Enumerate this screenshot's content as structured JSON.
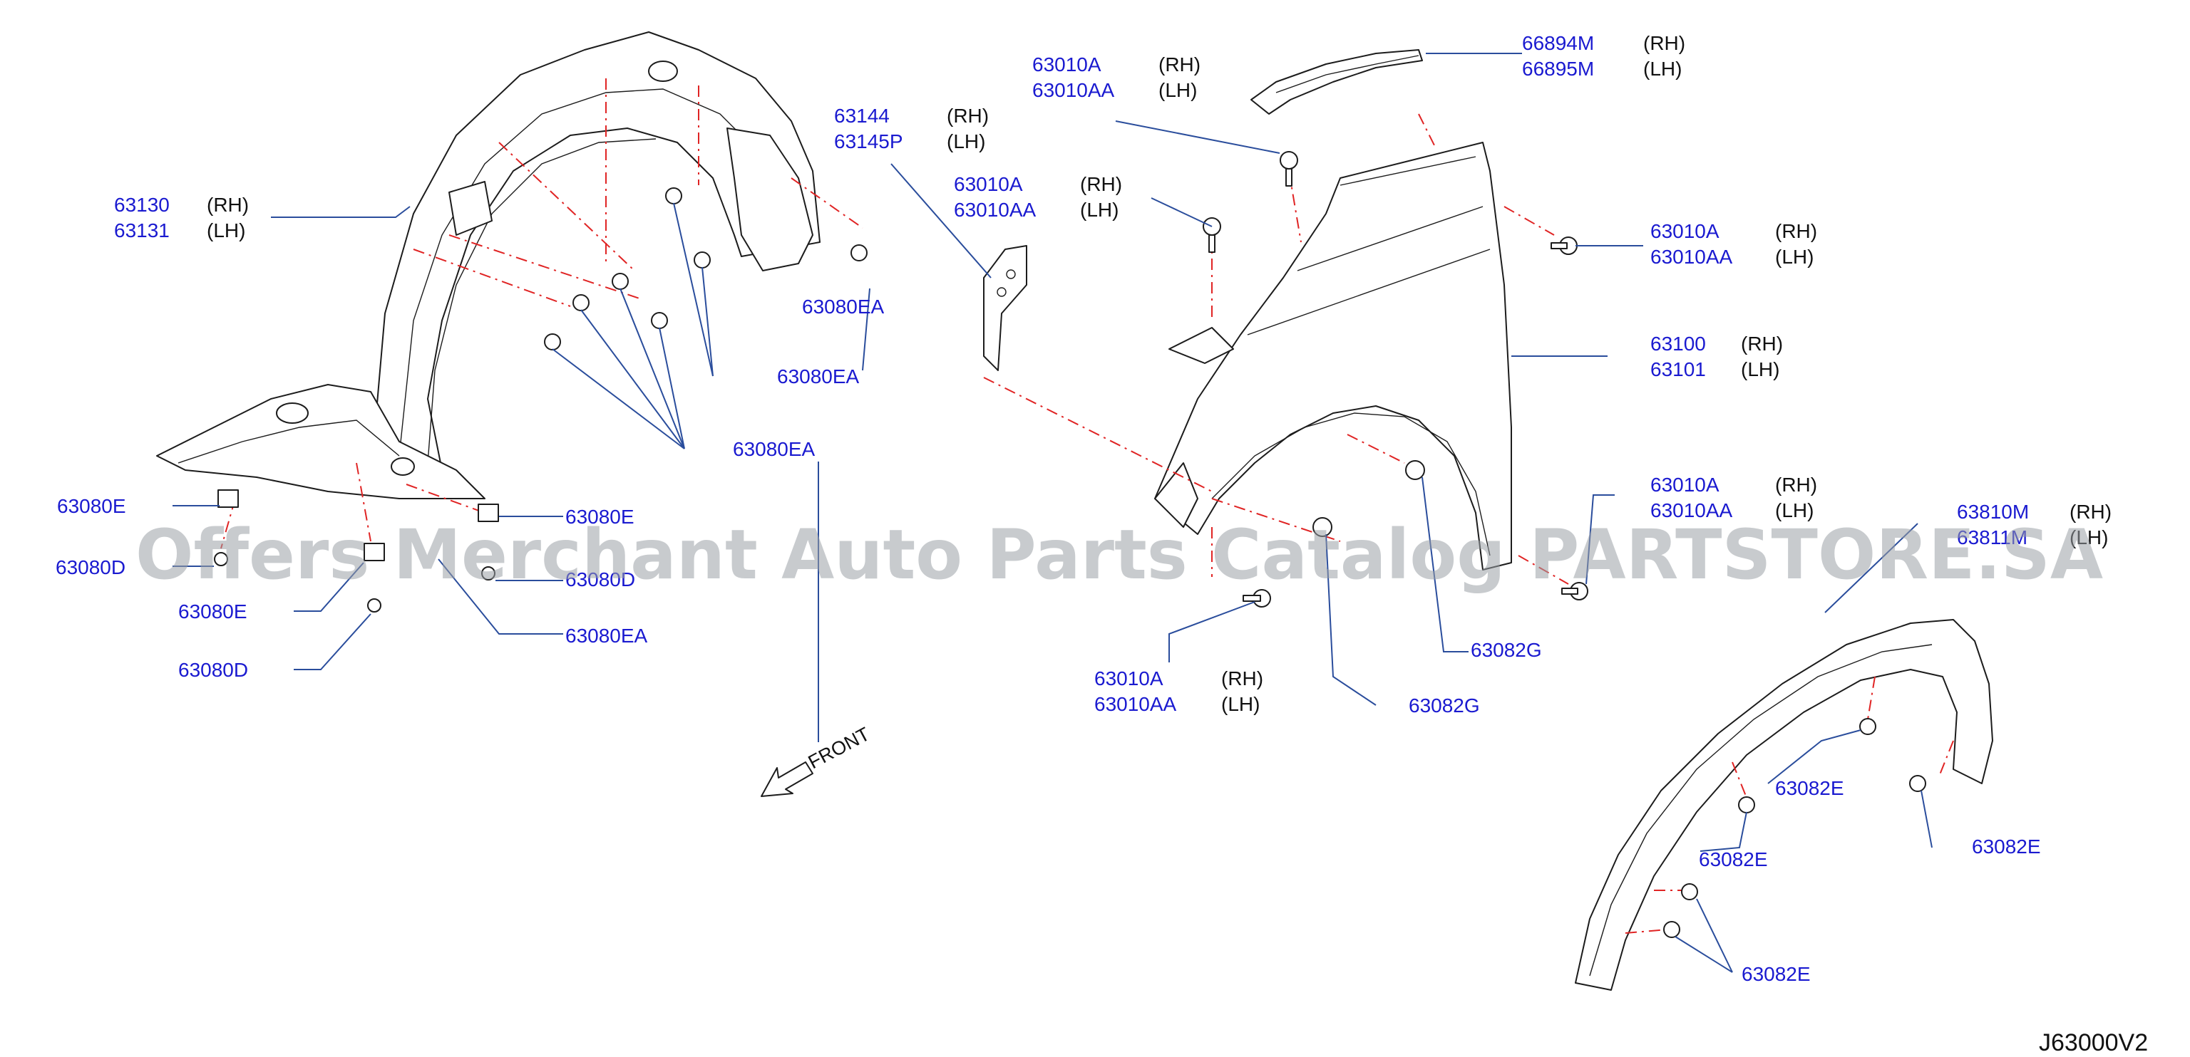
{
  "callouts": [
    {
      "id": "c1",
      "part": "66894M",
      "side": "(RH)",
      "part2": "66895M",
      "side2": "(LH)"
    },
    {
      "id": "c2",
      "part": "63010A",
      "side": "(RH)",
      "part2": "63010AA",
      "side2": "(LH)"
    },
    {
      "id": "c3",
      "part": "63144",
      "side": "(RH)",
      "part2": "63145P",
      "side2": "(LH)"
    },
    {
      "id": "c4",
      "part": "63010A",
      "side": "(RH)",
      "part2": "63010AA",
      "side2": "(LH)"
    },
    {
      "id": "c5",
      "part": "63010A",
      "side": "(RH)",
      "part2": "63010AA",
      "side2": "(LH)"
    },
    {
      "id": "c6",
      "part": "63130",
      "side": "(RH)",
      "part2": "63131",
      "side2": "(LH)"
    },
    {
      "id": "c7",
      "part": "63100",
      "side": "(RH)",
      "part2": "63101",
      "side2": "(LH)"
    },
    {
      "id": "c8",
      "part": "63010A",
      "side": "(RH)",
      "part2": "63010AA",
      "side2": "(LH)"
    },
    {
      "id": "c9",
      "part": "63810M",
      "side": "(RH)",
      "part2": "63811M",
      "side2": "(LH)"
    },
    {
      "id": "c10",
      "part": "63010A",
      "side": "(RH)",
      "part2": "63010AA",
      "side2": "(LH)"
    }
  ],
  "singles": [
    {
      "id": "s1",
      "part": "63080EA"
    },
    {
      "id": "s2",
      "part": "63080EA"
    },
    {
      "id": "s3",
      "part": "63080EA"
    },
    {
      "id": "s4",
      "part": "63080E"
    },
    {
      "id": "s5",
      "part": "63080D"
    },
    {
      "id": "s6",
      "part": "63080E"
    },
    {
      "id": "s7",
      "part": "63080D"
    },
    {
      "id": "s8",
      "part": "63080E"
    },
    {
      "id": "s9",
      "part": "63080D"
    },
    {
      "id": "s10",
      "part": "63080EA"
    },
    {
      "id": "s11",
      "part": "63082G"
    },
    {
      "id": "s12",
      "part": "63082G"
    },
    {
      "id": "s13",
      "part": "63082E"
    },
    {
      "id": "s14",
      "part": "63082E"
    },
    {
      "id": "s15",
      "part": "63082E"
    },
    {
      "id": "s16",
      "part": "63082E"
    }
  ],
  "front_label": "FRONT",
  "diagram_code": "J63000V2",
  "watermark": "Offers Merchant Auto Parts Catalog PARTSTORE.SA",
  "colors": {
    "part_number": "#1a1ad0",
    "leader": "#2a4d9c",
    "dash": "#e02424",
    "outline": "#1c1c1c"
  }
}
